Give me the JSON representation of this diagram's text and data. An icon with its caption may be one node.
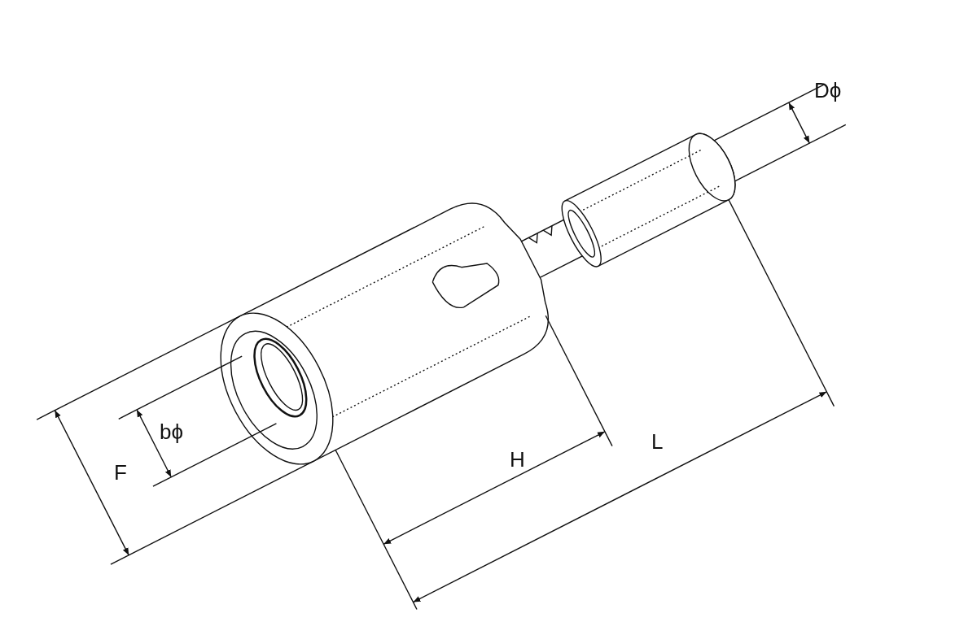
{
  "diagram": {
    "labels": [
      "Dϕ",
      "bϕ",
      "H",
      "L",
      "F"
    ]
  }
}
